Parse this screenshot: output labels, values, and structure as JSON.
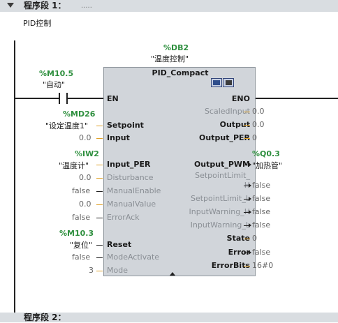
{
  "network1": {
    "title": "程序段 1：",
    "dots": ".....",
    "comment": "PID控制"
  },
  "network2": {
    "title": "程序段 2："
  },
  "block": {
    "db_tag": "%DB2",
    "db_name": "\"温度控制\"",
    "title": "PID_Compact",
    "inputs": [
      {
        "name": "EN"
      },
      {
        "name": "Setpoint"
      },
      {
        "name": "Input"
      },
      {
        "name": "Input_PER"
      },
      {
        "name": "Disturbance"
      },
      {
        "name": "ManualEnable"
      },
      {
        "name": "ManualValue"
      },
      {
        "name": "ErrorAck"
      },
      {
        "name": "Reset"
      },
      {
        "name": "ModeActivate"
      },
      {
        "name": "Mode"
      }
    ],
    "outputs": [
      {
        "name": "ENO"
      },
      {
        "name": "ScaledInput"
      },
      {
        "name": "Output"
      },
      {
        "name": "Output_PER"
      },
      {
        "name": "Output_PWM"
      },
      {
        "name": "SetpointLimit_"
      },
      {
        "name": "H"
      },
      {
        "name": "SetpointLimit_L"
      },
      {
        "name": "InputWarning_H"
      },
      {
        "name": "InputWarning_L"
      },
      {
        "name": "State"
      },
      {
        "name": "Error"
      },
      {
        "name": "ErrorBits"
      }
    ]
  },
  "contact": {
    "tag": "%M10.5",
    "name": "\"自动\""
  },
  "operands": {
    "setpoint_tag": "%MD26",
    "setpoint_name": "\"设定温度1\"",
    "input_val": "0.0",
    "input_per_tag": "%IW2",
    "input_per_name": "\"温度计\"",
    "disturbance_val": "0.0",
    "manual_enable_val": "false",
    "manual_value_val": "0.0",
    "error_ack_val": "false",
    "reset_tag": "%M10.3",
    "reset_name": "\"复位\"",
    "mode_activate_val": "false",
    "mode_val": "3",
    "scaled_input_val": "0.0",
    "output_val": "0.0",
    "output_per_val": "0",
    "output_pwm_tag": "%Q0.3",
    "output_pwm_name": "\"加热管\"",
    "setpoint_limit_h_val": "false",
    "setpoint_limit_l_val": "false",
    "input_warning_h_val": "false",
    "input_warning_l_val": "false",
    "state_val": "0",
    "error_val": "false",
    "error_bits_val": "16#0"
  },
  "colors": {
    "operand_tag": "#2e8f3e",
    "block_bg": "#d1d5da",
    "header_bg": "#d9dde1",
    "value_wire": "#e0a22a"
  },
  "icons": [
    "collapse-triangle-icon",
    "block-toolbar-icon",
    "block-param-icon",
    "expand-arrow-icon"
  ]
}
